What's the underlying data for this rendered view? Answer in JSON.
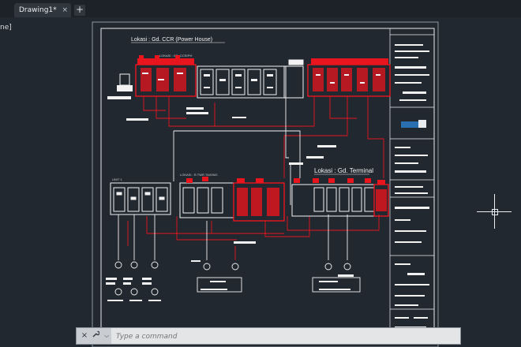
{
  "window": {
    "tab_label": "Drawing1*",
    "tab_close": "×",
    "new_tab": "+",
    "left_panel_fragment": "ne]"
  },
  "drawing": {
    "title_main": "Lokasi : Gd. CCR (Power House)",
    "sub_ccr": "LOKASI : GD. CCR/PH",
    "title_terminal": "Lokasi : Gd. Terminal",
    "sub_left": "UNIT 1",
    "sub_mid": "LOKASI : R.TWR TAXIING"
  },
  "command": {
    "placeholder": "Type a command",
    "close_icon": "×",
    "wrench_icon": "wrench",
    "prompt_icon": "chevron"
  },
  "colors": {
    "background": "#212830",
    "frame": "#e8ecef",
    "red": "#e8141e",
    "white": "#f2f2f2"
  }
}
